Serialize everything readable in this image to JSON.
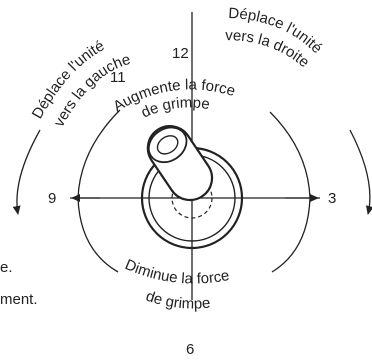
{
  "labels": {
    "left_line1": "Déplace l'unité",
    "left_line2": "vers la gauche",
    "right_line1": "Déplace l'unité",
    "right_line2": "vers la droite",
    "top_line1": "Augmente la force",
    "top_line2": "de grimpe",
    "bottom_line1": "Diminue la force",
    "bottom_line2": "de grimpe",
    "edge_line1": "e.",
    "edge_line2": "ment."
  },
  "clock_positions": {
    "n12": "12",
    "n11": "11",
    "n9": "9",
    "n3": "3",
    "n6": "6"
  }
}
